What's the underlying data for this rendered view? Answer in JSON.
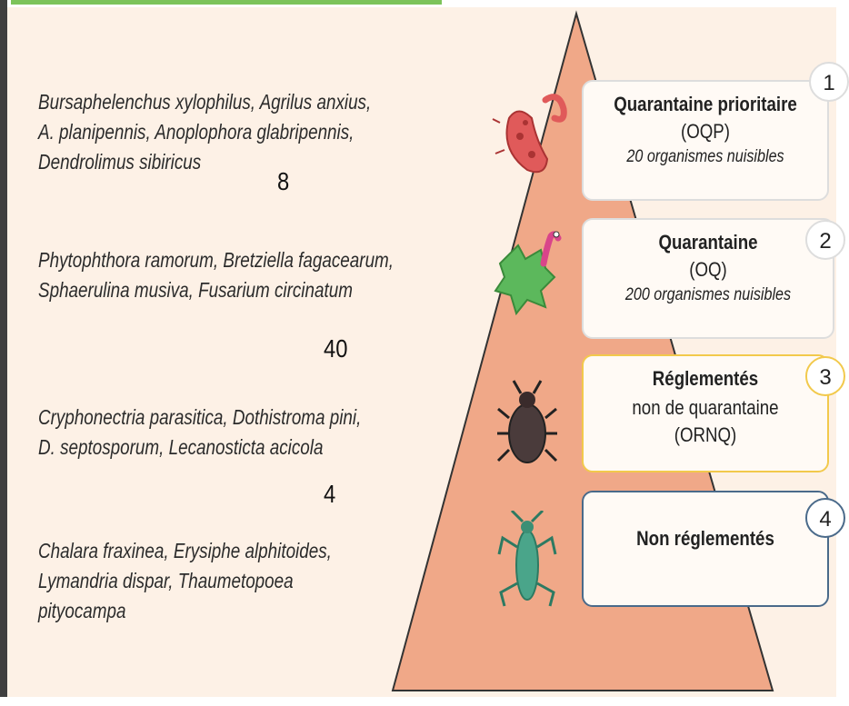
{
  "levels": [
    {
      "number": "1",
      "title": "Quarantaine prioritaire",
      "code": "(OQP)",
      "count_text": "20 organismes nuisibles"
    },
    {
      "number": "2",
      "title": "Quarantaine",
      "code": "(OQ)",
      "count_text": "200 organismes nuisibles"
    },
    {
      "number": "3",
      "title": "Réglementés",
      "subtitle": "non de quarantaine",
      "code": "(ORNQ)"
    },
    {
      "number": "4",
      "title": "Non réglementés"
    }
  ],
  "species_groups": [
    {
      "lines": [
        "Bursaphelenchus xylophilus, Agrilus anxius,",
        "A. planipennis, Anoplophora glabripennis,",
        "Dendrolimus sibiricus"
      ],
      "count": "8"
    },
    {
      "lines": [
        "Phytophthora ramorum, Bretziella fagacearum,",
        "Sphaerulina musiva, Fusarium circinatum"
      ],
      "count": "40"
    },
    {
      "lines": [
        "Cryphonectria parasitica, Dothistroma pini,",
        "D. septosporum, Lecanosticta acicola"
      ],
      "count": "4"
    },
    {
      "lines": [
        "Chalara fraxinea, Erysiphe alphitoides,",
        "Lymandria dispar, Thaumetopoea",
        "pityocampa"
      ]
    }
  ],
  "colors": {
    "pyramid": "#f0a888",
    "level1_border": "#dddddd",
    "level2_border": "#dddddd",
    "level3_border": "#f2c94c",
    "level4_border": "#4a6a8a"
  }
}
